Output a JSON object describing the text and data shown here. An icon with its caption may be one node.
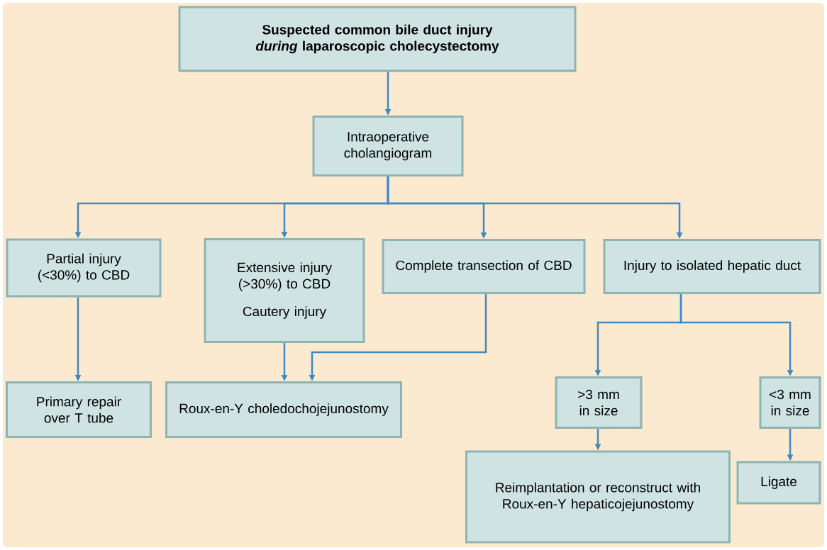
{
  "diagram": {
    "nodes": [
      {
        "text": [
          "Suspected common bile duct injury *during* laparoscopic cholecystectomy"
        ]
      },
      {
        "text": [
          "Intraoperative cholangiogram"
        ]
      },
      {
        "text": [
          "Partial injury (<30%) to CBD"
        ]
      },
      {
        "text": [
          "Extensive injury (>30%) to CBD",
          "Cautery injury"
        ]
      },
      {
        "text": [
          "Complete transection of CBD"
        ]
      },
      {
        "text": [
          "Injury to isolated hepatic duct"
        ]
      },
      {
        "text": [
          "Primary repair over T tube"
        ]
      },
      {
        "text": [
          "Roux-en-Y choledochojejunostomy"
        ]
      },
      {
        "text": [
          ">3 mm in size"
        ]
      },
      {
        "text": [
          "<3 mm in size"
        ]
      },
      {
        "text": [
          "Reimplantation or reconstruct with Roux-en-Y hepaticojejunostomy"
        ]
      },
      {
        "text": [
          "Ligate"
        ]
      }
    ],
    "edges": [
      {
        "from": 0,
        "to": 1,
        "arrow": "to"
      },
      {
        "from": 1,
        "to": 2,
        "arrow": "to"
      },
      {
        "from": 1,
        "to": 3,
        "arrow": "to"
      },
      {
        "from": 1,
        "to": 4,
        "arrow": "to"
      },
      {
        "from": 1,
        "to": 5,
        "arrow": "to"
      },
      {
        "from": 2,
        "to": 6,
        "arrow": "to"
      },
      {
        "from": 3,
        "to": 7,
        "arrow": "to"
      },
      {
        "from": 4,
        "to": 7,
        "arrow": "to"
      },
      {
        "from": 5,
        "to": 8,
        "arrow": "to"
      },
      {
        "from": 5,
        "to": 9,
        "arrow": "to"
      },
      {
        "from": 8,
        "to": 10,
        "arrow": "to"
      },
      {
        "from": 9,
        "to": 11,
        "arrow": "to"
      }
    ]
  }
}
